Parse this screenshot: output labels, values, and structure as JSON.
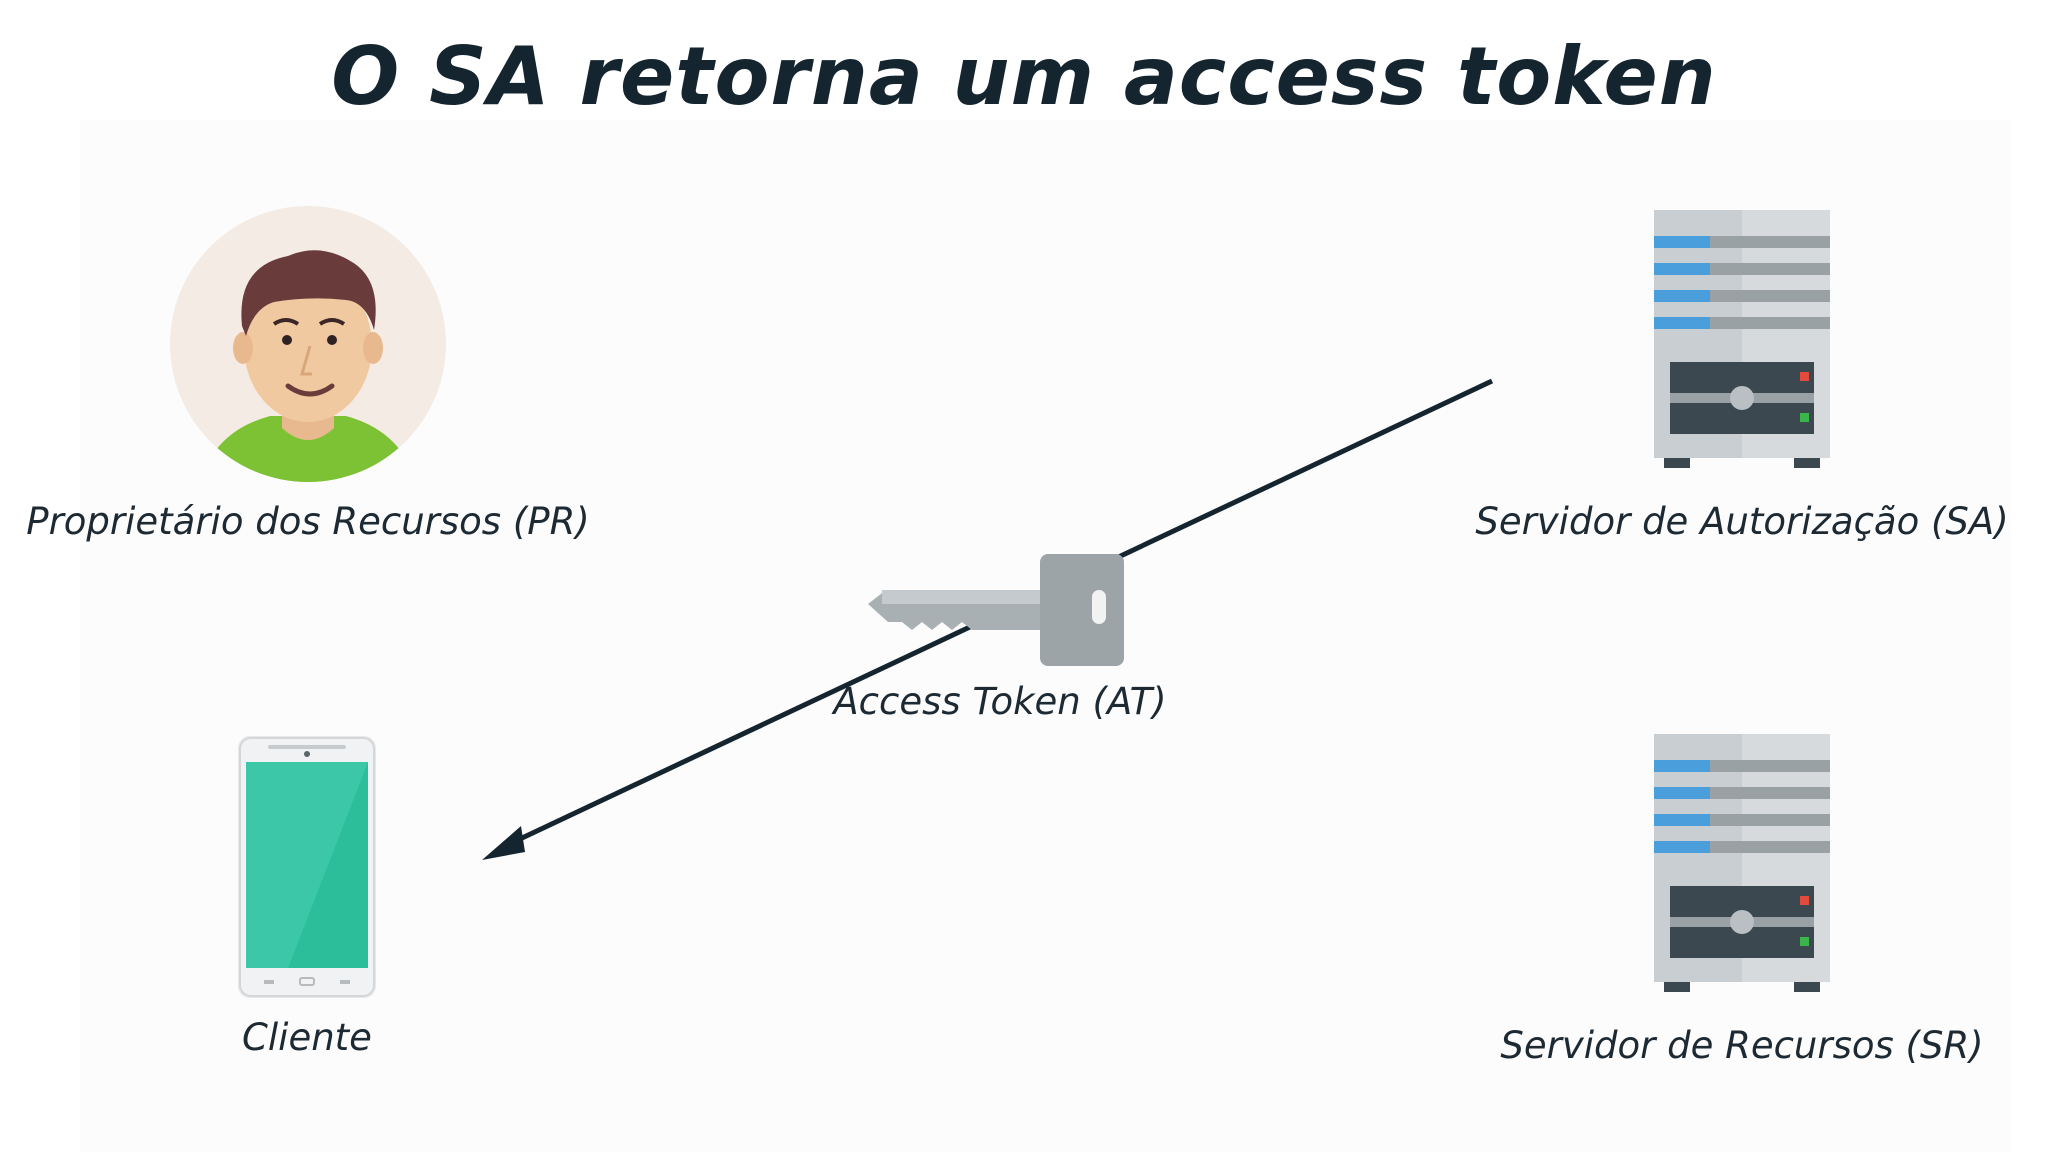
{
  "title": "O SA retorna um access token",
  "nodes": {
    "resource_owner": {
      "label": "Proprietário dos Recursos (PR)",
      "icon": "user-avatar-icon"
    },
    "authorization_server": {
      "label": "Servidor de Autorização (SA)",
      "icon": "server-icon"
    },
    "client": {
      "label": "Cliente",
      "icon": "smartphone-icon"
    },
    "resource_server": {
      "label": "Servidor de Recursos (SR)",
      "icon": "server-icon"
    }
  },
  "token": {
    "label": "Access Token (AT)",
    "icon": "key-icon"
  },
  "edges": [
    {
      "from": "authorization_server",
      "to": "client",
      "carries": "token"
    }
  ],
  "colors": {
    "title": "#15252f",
    "arrow": "#15252f",
    "phone_screen": "#3cc8a8",
    "server_light": "#d5d9dc",
    "server_stripe": "#4a9edb",
    "key": "#a7aeb1"
  }
}
